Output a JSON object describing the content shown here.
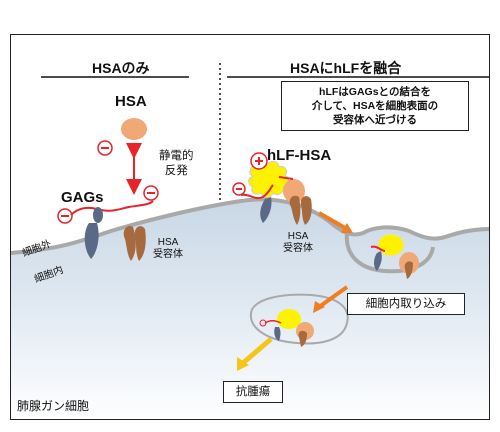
{
  "panels": {
    "left_title": "HSAのみ",
    "right_title": "HSAにhLFを融合"
  },
  "labels": {
    "hsa": "HSA",
    "gags": "GAGs",
    "repulsion_line1": "静電的",
    "repulsion_line2": "反発",
    "hsa_receptor_line1": "HSA",
    "hsa_receptor_line2": "受容体",
    "hlf_hsa": "hLF-HSA",
    "extracellular": "細胞外",
    "intracellular": "細胞内",
    "cell": "肺腺ガン細胞"
  },
  "callout": {
    "line1": "hLFはGAGsとの結合を",
    "line2": "介して、HSAを細胞表面の",
    "line3": "受容体へ近づける"
  },
  "boxes": {
    "uptake": "細胞内取り込み",
    "antitumor": "抗腫瘍"
  },
  "colors": {
    "hsa_blob": "#f0a877",
    "hlf_blob": "#fff200",
    "negative_red": "#e8232a",
    "gag_blue": "#5a6a86",
    "receptor_brown": "#a66a3e",
    "arrow_orange": "#f07d22",
    "arrow_yellow": "#f5c518",
    "membrane_gray": "#a9a9a9",
    "cell_interior": "#dde7f0"
  }
}
